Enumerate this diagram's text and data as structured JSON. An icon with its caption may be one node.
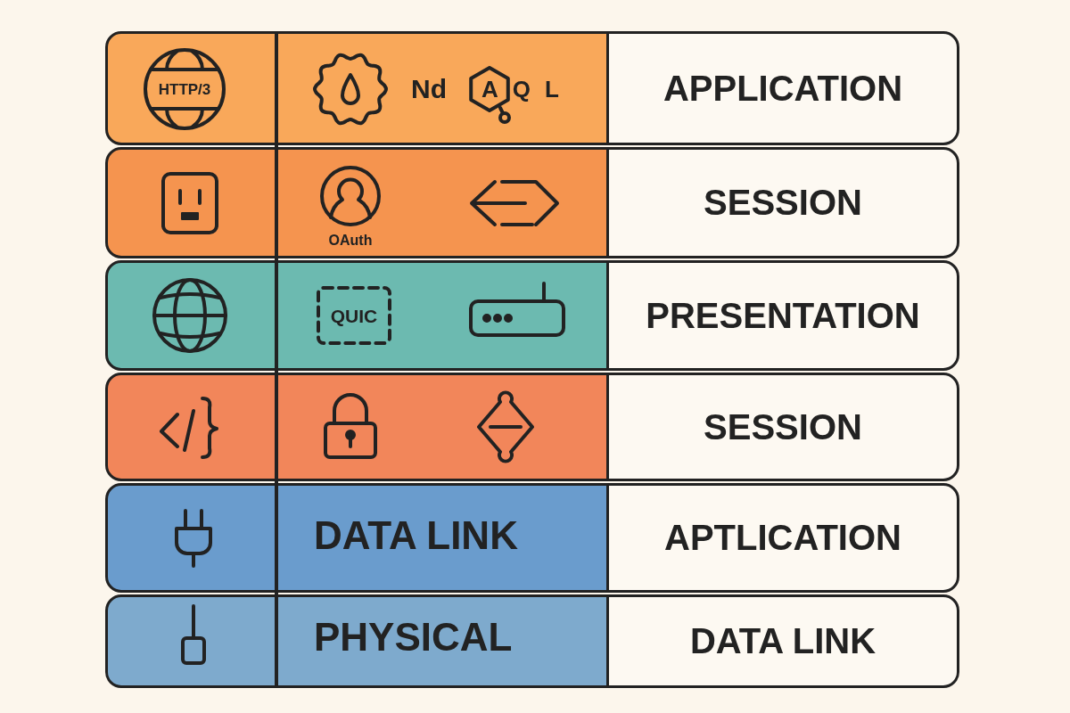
{
  "diagram": {
    "nodes": [
      {
        "text": [
          "APPLICATION"
        ]
      },
      {
        "text": [
          "SESSION"
        ]
      },
      {
        "text": [
          "PRESENTATION"
        ]
      },
      {
        "text": [
          "SESSION"
        ]
      },
      {
        "text": [
          "APTLICATION"
        ]
      },
      {
        "text": [
          "DATA LINK"
        ]
      }
    ],
    "labels": [
      "HTTP/3",
      "Nd",
      "AQL",
      "OAuth",
      "QUIC",
      "DATA LINK",
      "PHYSICAL"
    ]
  }
}
